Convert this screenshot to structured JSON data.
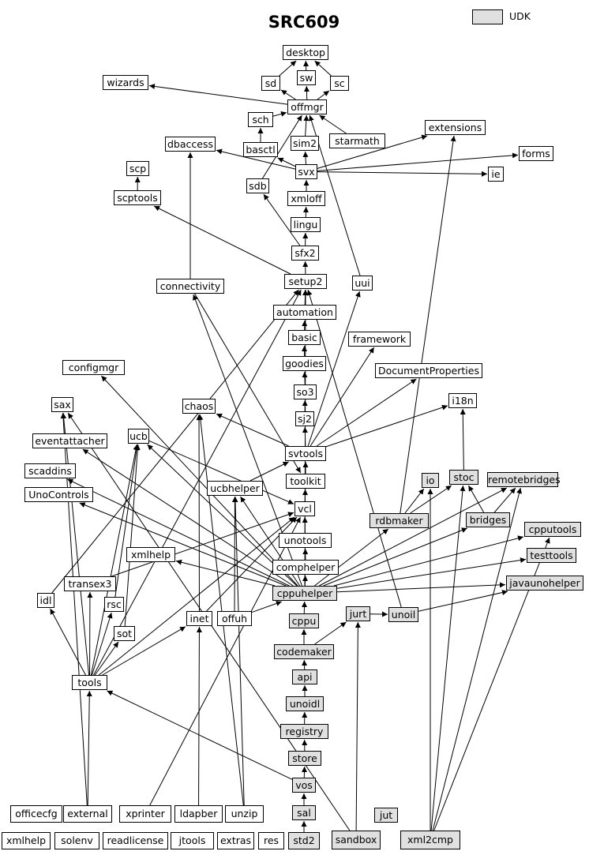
{
  "diagram": {
    "title": "SRC609",
    "legend": {
      "label": "UDK",
      "color": "#e0e0e0"
    },
    "nodes": [
      {
        "id": "desktop",
        "label": "desktop",
        "udk": false
      },
      {
        "id": "sd",
        "label": "sd",
        "udk": false
      },
      {
        "id": "sw",
        "label": "sw",
        "udk": false
      },
      {
        "id": "sc",
        "label": "sc",
        "udk": false
      },
      {
        "id": "wizards",
        "label": "wizards",
        "udk": false
      },
      {
        "id": "offmgr",
        "label": "offmgr",
        "udk": false
      },
      {
        "id": "sch",
        "label": "sch",
        "udk": false
      },
      {
        "id": "extensions",
        "label": "extensions",
        "udk": false
      },
      {
        "id": "dbaccess",
        "label": "dbaccess",
        "udk": false
      },
      {
        "id": "basctl",
        "label": "basctl",
        "udk": false
      },
      {
        "id": "sim2",
        "label": "sim2",
        "udk": false
      },
      {
        "id": "starmath",
        "label": "starmath",
        "udk": false
      },
      {
        "id": "forms",
        "label": "forms",
        "udk": false
      },
      {
        "id": "scp",
        "label": "scp",
        "udk": false
      },
      {
        "id": "svx",
        "label": "svx",
        "udk": false
      },
      {
        "id": "ie",
        "label": "ie",
        "udk": false
      },
      {
        "id": "scptools",
        "label": "scptools",
        "udk": false
      },
      {
        "id": "sdb",
        "label": "sdb",
        "udk": false
      },
      {
        "id": "xmloff",
        "label": "xmloff",
        "udk": false
      },
      {
        "id": "lingu",
        "label": "lingu",
        "udk": false
      },
      {
        "id": "sfx2",
        "label": "sfx2",
        "udk": false
      },
      {
        "id": "connectivity",
        "label": "connectivity",
        "udk": false
      },
      {
        "id": "setup2",
        "label": "setup2",
        "udk": false
      },
      {
        "id": "uui",
        "label": "uui",
        "udk": false
      },
      {
        "id": "automation",
        "label": "automation",
        "udk": false
      },
      {
        "id": "basic",
        "label": "basic",
        "udk": false
      },
      {
        "id": "framework",
        "label": "framework",
        "udk": false
      },
      {
        "id": "configmgr",
        "label": "configmgr",
        "udk": false
      },
      {
        "id": "goodies",
        "label": "goodies",
        "udk": false
      },
      {
        "id": "documentproperties",
        "label": "DocumentProperties",
        "udk": false
      },
      {
        "id": "so3",
        "label": "so3",
        "udk": false
      },
      {
        "id": "sax",
        "label": "sax",
        "udk": false
      },
      {
        "id": "chaos",
        "label": "chaos",
        "udk": false
      },
      {
        "id": "sj2",
        "label": "sj2",
        "udk": false
      },
      {
        "id": "i18n",
        "label": "i18n",
        "udk": false
      },
      {
        "id": "ucb",
        "label": "ucb",
        "udk": false
      },
      {
        "id": "eventattacher",
        "label": "eventattacher",
        "udk": false
      },
      {
        "id": "svtools",
        "label": "svtools",
        "udk": false
      },
      {
        "id": "scaddins",
        "label": "scaddins",
        "udk": false
      },
      {
        "id": "io",
        "label": "io",
        "udk": true
      },
      {
        "id": "stoc",
        "label": "stoc",
        "udk": true
      },
      {
        "id": "remotebridges",
        "label": "remotebridges",
        "udk": true
      },
      {
        "id": "toolkit",
        "label": "toolkit",
        "udk": false
      },
      {
        "id": "ucbhelper",
        "label": "ucbhelper",
        "udk": false
      },
      {
        "id": "unocontrols",
        "label": "UnoControls",
        "udk": false
      },
      {
        "id": "vcl",
        "label": "vcl",
        "udk": false
      },
      {
        "id": "rdbmaker",
        "label": "rdbmaker",
        "udk": true
      },
      {
        "id": "bridges",
        "label": "bridges",
        "udk": true
      },
      {
        "id": "cpputools",
        "label": "cpputools",
        "udk": true
      },
      {
        "id": "unotools",
        "label": "unotools",
        "udk": false
      },
      {
        "id": "xmlhelp1",
        "label": "xmlhelp",
        "udk": false
      },
      {
        "id": "testtools",
        "label": "testtools",
        "udk": true
      },
      {
        "id": "comphelper",
        "label": "comphelper",
        "udk": false
      },
      {
        "id": "transex3",
        "label": "transex3",
        "udk": false
      },
      {
        "id": "javaunohelper",
        "label": "javaunohelper",
        "udk": true
      },
      {
        "id": "idl",
        "label": "idl",
        "udk": false
      },
      {
        "id": "cppuhelper",
        "label": "cppuhelper",
        "udk": true
      },
      {
        "id": "rsc",
        "label": "rsc",
        "udk": false
      },
      {
        "id": "jurt",
        "label": "jurt",
        "udk": true
      },
      {
        "id": "unoil",
        "label": "unoil",
        "udk": true
      },
      {
        "id": "inet",
        "label": "inet",
        "udk": false
      },
      {
        "id": "offuh",
        "label": "offuh",
        "udk": false
      },
      {
        "id": "cppu",
        "label": "cppu",
        "udk": true
      },
      {
        "id": "sot",
        "label": "sot",
        "udk": false
      },
      {
        "id": "codemaker",
        "label": "codemaker",
        "udk": true
      },
      {
        "id": "api",
        "label": "api",
        "udk": true
      },
      {
        "id": "tools",
        "label": "tools",
        "udk": false
      },
      {
        "id": "unoidl",
        "label": "unoidl",
        "udk": true
      },
      {
        "id": "registry",
        "label": "registry",
        "udk": true
      },
      {
        "id": "store",
        "label": "store",
        "udk": true
      },
      {
        "id": "vos",
        "label": "vos",
        "udk": true
      },
      {
        "id": "officecfg",
        "label": "officecfg",
        "udk": false
      },
      {
        "id": "external",
        "label": "external",
        "udk": false
      },
      {
        "id": "xprinter",
        "label": "xprinter",
        "udk": false
      },
      {
        "id": "ldapber",
        "label": "ldapber",
        "udk": false
      },
      {
        "id": "unzip",
        "label": "unzip",
        "udk": false
      },
      {
        "id": "sal",
        "label": "sal",
        "udk": true
      },
      {
        "id": "jut",
        "label": "jut",
        "udk": true
      },
      {
        "id": "xmlhelp2",
        "label": "xmlhelp",
        "udk": false
      },
      {
        "id": "solenv",
        "label": "solenv",
        "udk": false
      },
      {
        "id": "readlicense",
        "label": "readlicense",
        "udk": false
      },
      {
        "id": "jtools",
        "label": "jtools",
        "udk": false
      },
      {
        "id": "extras",
        "label": "extras",
        "udk": false
      },
      {
        "id": "res",
        "label": "res",
        "udk": false
      },
      {
        "id": "std2",
        "label": "std2",
        "udk": true
      },
      {
        "id": "sandbox",
        "label": "sandbox",
        "udk": true
      },
      {
        "id": "xml2cmp",
        "label": "xml2cmp",
        "udk": true
      }
    ],
    "edges": [
      [
        "sd",
        "desktop"
      ],
      [
        "sw",
        "desktop"
      ],
      [
        "sc",
        "desktop"
      ],
      [
        "offmgr",
        "sd"
      ],
      [
        "offmgr",
        "sw"
      ],
      [
        "offmgr",
        "sc"
      ],
      [
        "offmgr",
        "wizards"
      ],
      [
        "sch",
        "offmgr"
      ],
      [
        "sim2",
        "offmgr"
      ],
      [
        "starmath",
        "offmgr"
      ],
      [
        "uui",
        "offmgr"
      ],
      [
        "basctl",
        "sch"
      ],
      [
        "svx",
        "sim2"
      ],
      [
        "svx",
        "basctl"
      ],
      [
        "sdb",
        "offmgr"
      ],
      [
        "svx",
        "dbaccess"
      ],
      [
        "svx",
        "extensions"
      ],
      [
        "svx",
        "forms"
      ],
      [
        "svx",
        "ie"
      ],
      [
        "xmloff",
        "svx"
      ],
      [
        "lingu",
        "xmloff"
      ],
      [
        "sfx2",
        "lingu"
      ],
      [
        "sfx2",
        "sdb"
      ],
      [
        "setup2",
        "sfx2"
      ],
      [
        "setup2",
        "scptools"
      ],
      [
        "scptools",
        "scp"
      ],
      [
        "connectivity",
        "dbaccess"
      ],
      [
        "automation",
        "setup2"
      ],
      [
        "basic",
        "automation"
      ],
      [
        "goodies",
        "basic"
      ],
      [
        "so3",
        "goodies"
      ],
      [
        "sj2",
        "so3"
      ],
      [
        "svtools",
        "sj2"
      ],
      [
        "svtools",
        "uui"
      ],
      [
        "svtools",
        "framework"
      ],
      [
        "svtools",
        "documentproperties"
      ],
      [
        "svtools",
        "i18n"
      ],
      [
        "svtools",
        "chaos"
      ],
      [
        "toolkit",
        "svtools"
      ],
      [
        "vcl",
        "toolkit"
      ],
      [
        "unotools",
        "vcl"
      ],
      [
        "comphelper",
        "unotools"
      ],
      [
        "cppuhelper",
        "comphelper"
      ],
      [
        "cppu",
        "cppuhelper"
      ],
      [
        "codemaker",
        "cppu"
      ],
      [
        "api",
        "codemaker"
      ],
      [
        "unoidl",
        "api"
      ],
      [
        "registry",
        "unoidl"
      ],
      [
        "store",
        "registry"
      ],
      [
        "vos",
        "store"
      ],
      [
        "sal",
        "vos"
      ],
      [
        "std2",
        "sal"
      ],
      [
        "stoc",
        "i18n"
      ],
      [
        "cppuhelper",
        "configmgr"
      ],
      [
        "cppuhelper",
        "eventattacher"
      ],
      [
        "cppuhelper",
        "scaddins"
      ],
      [
        "cppuhelper",
        "unocontrols"
      ],
      [
        "cppuhelper",
        "ucb"
      ],
      [
        "cppuhelper",
        "ucbhelper"
      ],
      [
        "cppuhelper",
        "rdbmaker"
      ],
      [
        "cppuhelper",
        "bridges"
      ],
      [
        "cppuhelper",
        "cpputools"
      ],
      [
        "cppuhelper",
        "testtools"
      ],
      [
        "cppuhelper",
        "javaunohelper"
      ],
      [
        "cppuhelper",
        "remotebridges"
      ],
      [
        "cppuhelper",
        "setup2"
      ],
      [
        "cppuhelper",
        "connectivity"
      ],
      [
        "cppuhelper",
        "xmlhelp1"
      ],
      [
        "rdbmaker",
        "extensions"
      ],
      [
        "rdbmaker",
        "io"
      ],
      [
        "rdbmaker",
        "stoc"
      ],
      [
        "bridges",
        "stoc"
      ],
      [
        "bridges",
        "remotebridges"
      ],
      [
        "jurt",
        "unoil"
      ],
      [
        "unoil",
        "javaunohelper"
      ],
      [
        "unoil",
        "setup2"
      ],
      [
        "sandbox",
        "jurt"
      ],
      [
        "codemaker",
        "jurt"
      ],
      [
        "xml2cmp",
        "io"
      ],
      [
        "xml2cmp",
        "stoc"
      ],
      [
        "xml2cmp",
        "remotebridges"
      ],
      [
        "xml2cmp",
        "cpputools"
      ],
      [
        "tools",
        "idl"
      ],
      [
        "tools",
        "transex3"
      ],
      [
        "tools",
        "rsc"
      ],
      [
        "tools",
        "sot"
      ],
      [
        "tools",
        "inet"
      ],
      [
        "tools",
        "vcl"
      ],
      [
        "tools",
        "ucb"
      ],
      [
        "tools",
        "sax"
      ],
      [
        "tools",
        "setup2"
      ],
      [
        "vos",
        "tools"
      ],
      [
        "external",
        "tools"
      ],
      [
        "external",
        "sax"
      ],
      [
        "idl",
        "setup2"
      ],
      [
        "transex3",
        "vcl"
      ],
      [
        "inet",
        "chaos"
      ],
      [
        "inet",
        "vcl"
      ],
      [
        "ldapber",
        "inet"
      ],
      [
        "xprinter",
        "vcl"
      ],
      [
        "unzip",
        "chaos"
      ],
      [
        "unzip",
        "ucbhelper"
      ],
      [
        "offuh",
        "ucbhelper"
      ],
      [
        "offuh",
        "cppuhelper"
      ],
      [
        "sandbox",
        "sax"
      ],
      [
        "sot",
        "ucb"
      ],
      [
        "rsc",
        "ucb"
      ],
      [
        "ucbhelper",
        "svtools"
      ],
      [
        "ucb",
        "vcl"
      ],
      [
        "connectivity",
        "toolkit"
      ]
    ]
  }
}
